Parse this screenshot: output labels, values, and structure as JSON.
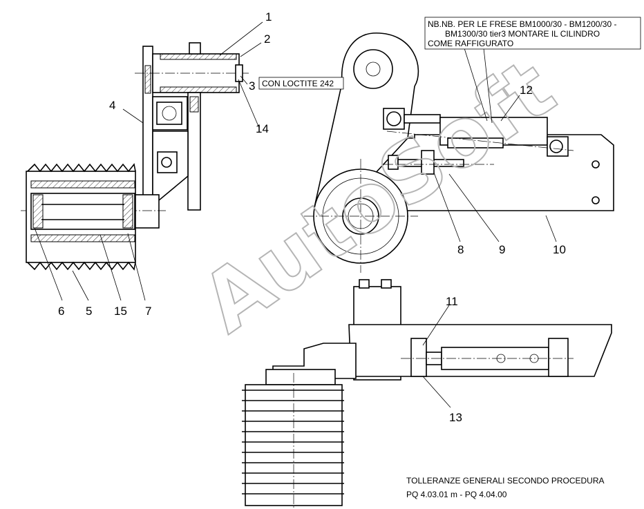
{
  "callouts": [
    "1",
    "2",
    "3",
    "4",
    "5",
    "6",
    "7",
    "8",
    "9",
    "10",
    "11",
    "12",
    "13",
    "14",
    "15"
  ],
  "notes": {
    "nb_line1": "NB.NB. PER LE FRESE BM1000/30 - BM1200/30 -",
    "nb_line2": "BM1300/30 tier3 MONTARE IL CILINDRO",
    "nb_line3": "COME RAFFIGURATO",
    "loctite": "CON LOCTITE 242",
    "tol_line1": "TOLLERANZE GENERALI SECONDO PROCEDURA",
    "tol_line2": "PQ 4.03.01 m - PQ 4.04.00"
  },
  "watermark": "AutoSoft"
}
